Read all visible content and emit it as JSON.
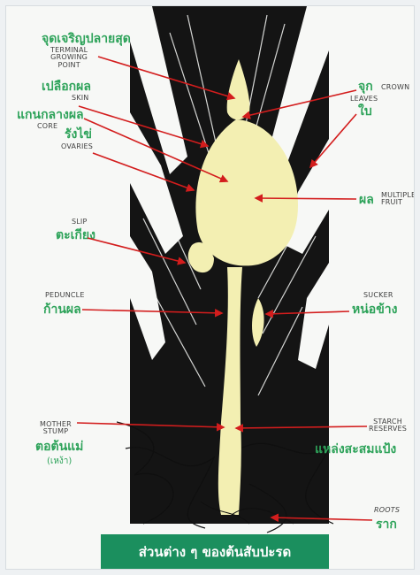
{
  "title": "ส่วนต่าง ๆ ของต้นสับปะรด",
  "colors": {
    "thai_text": "#2ea35a",
    "arrow": "#d31d1d",
    "fruit": "#f3efb2",
    "plant": "#0f0f0f",
    "title_bar": "#1b8f5e"
  },
  "labels": {
    "terminal_point": {
      "thai": "จุดเจริญปลายสุด",
      "en": [
        "TERMINAL",
        "GROWING",
        "POINT"
      ]
    },
    "skin": {
      "thai": "เปลือกผล",
      "en": [
        "SKIN"
      ]
    },
    "core": {
      "thai": "แกนกลางผล",
      "en": [
        "CORE"
      ]
    },
    "ovaries": {
      "thai": "รังไข่",
      "en": [
        "OVARIES"
      ]
    },
    "crown": {
      "thai": "จุก",
      "en": [
        "CROWN"
      ]
    },
    "leaves": {
      "thai": "ใบ",
      "en": [
        "LEAVES"
      ]
    },
    "multiple_fruit": {
      "thai": "ผล",
      "en": [
        "MULTIPLE",
        "FRUIT"
      ]
    },
    "slip": {
      "thai": "ตะเกียง",
      "en": [
        "SLIP"
      ]
    },
    "peduncle": {
      "thai": "ก้านผล",
      "en": [
        "PEDUNCLE"
      ]
    },
    "sucker": {
      "thai": "หน่อข้าง",
      "en": [
        "SUCKER"
      ]
    },
    "mother_stump": {
      "thai": "ตอต้นแม่",
      "thai_sub": "(เหง้า)",
      "en": [
        "MOTHER",
        "STUMP"
      ]
    },
    "starch_reserves": {
      "thai": "แหล่งสะสมแป้ง",
      "en": [
        "STARCH",
        "RESERVES"
      ]
    },
    "roots": {
      "thai": "ราก",
      "en": [
        "ROOTS"
      ]
    }
  },
  "icons": {
    "plant": "pineapple-plant-illustration"
  }
}
